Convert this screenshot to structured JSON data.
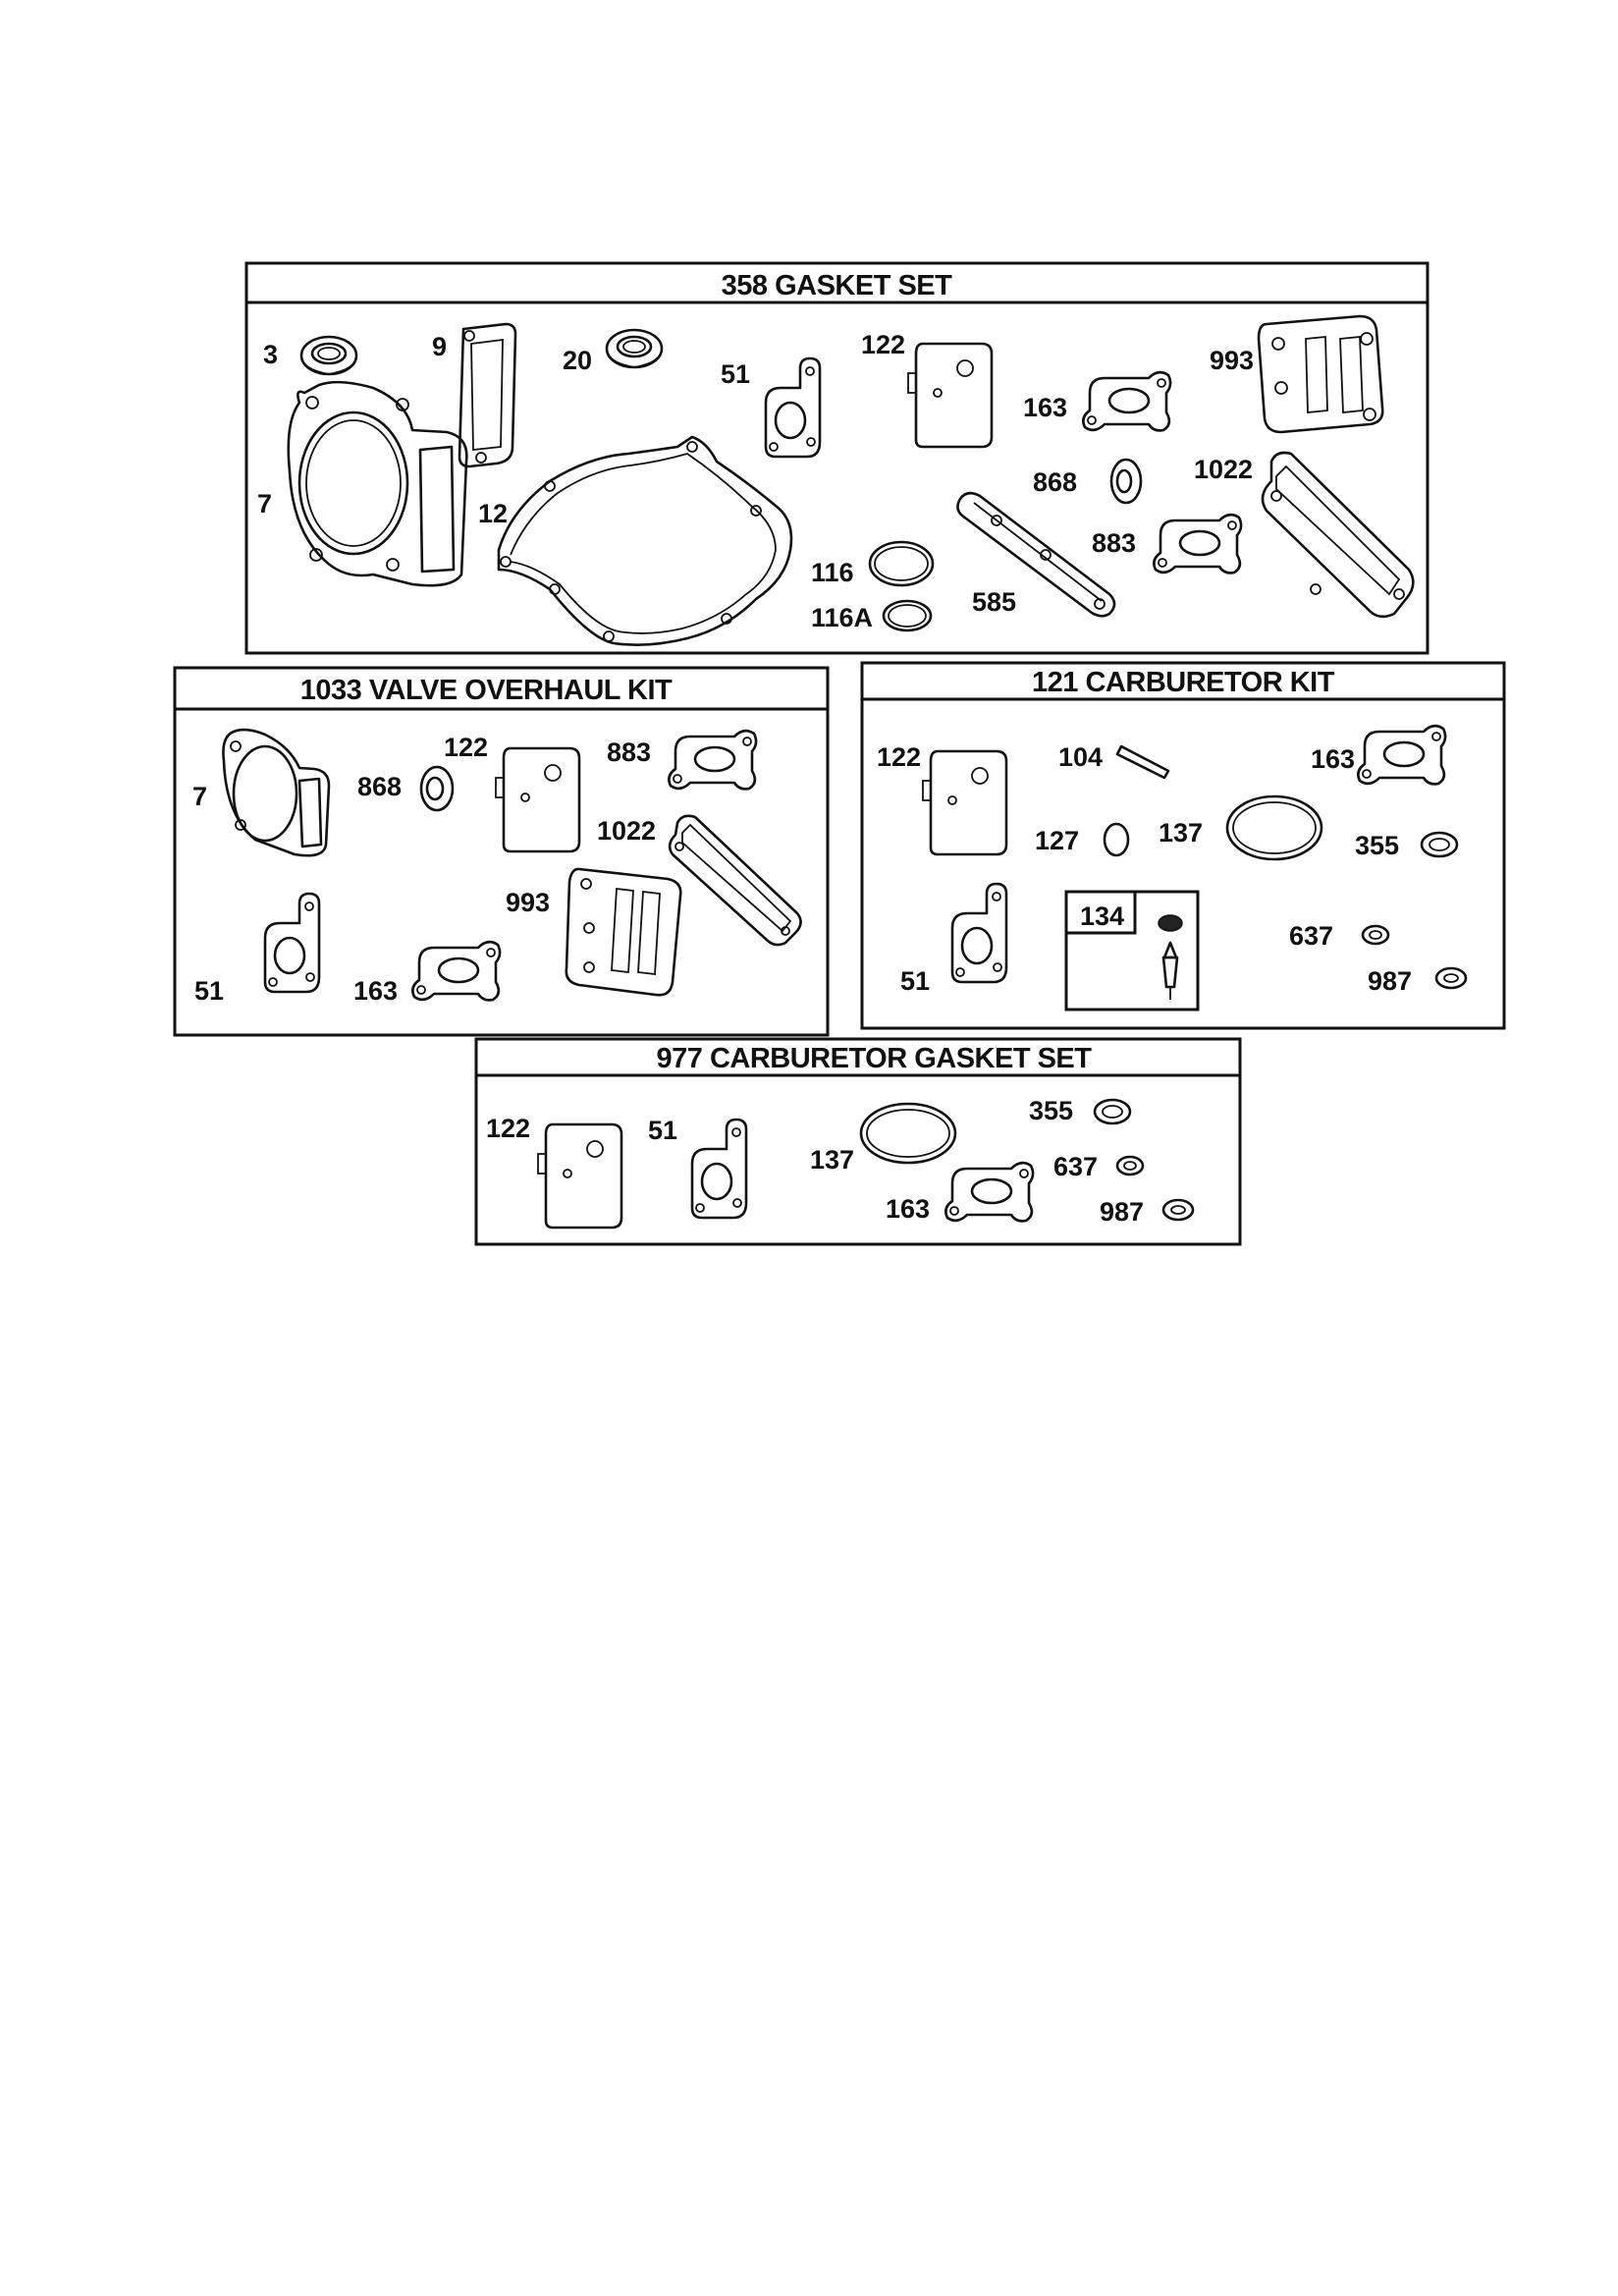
{
  "sections": {
    "gasket_set": {
      "title": "358 GASKET SET",
      "labels": {
        "p3": "3",
        "p9": "9",
        "p20": "20",
        "p51": "51",
        "p122": "122",
        "p163": "163",
        "p993": "993",
        "p7": "7",
        "p12": "12",
        "p868": "868",
        "p1022": "1022",
        "p883": "883",
        "p116": "116",
        "p116a": "116A",
        "p585": "585"
      }
    },
    "valve_kit": {
      "title": "1033 VALVE OVERHAUL KIT",
      "labels": {
        "p7": "7",
        "p868": "868",
        "p122": "122",
        "p883": "883",
        "p1022": "1022",
        "p993": "993",
        "p51": "51",
        "p163": "163"
      }
    },
    "carb_kit": {
      "title": "121 CARBURETOR KIT",
      "labels": {
        "p122": "122",
        "p104": "104",
        "p163": "163",
        "p127": "127",
        "p137": "137",
        "p355": "355",
        "p134": "134",
        "p637": "637",
        "p51": "51",
        "p987": "987"
      }
    },
    "carb_gasket_set": {
      "title": "977 CARBURETOR  GASKET SET",
      "labels": {
        "p122": "122",
        "p51": "51",
        "p355": "355",
        "p137": "137",
        "p637": "637",
        "p163": "163",
        "p987": "987"
      }
    }
  }
}
